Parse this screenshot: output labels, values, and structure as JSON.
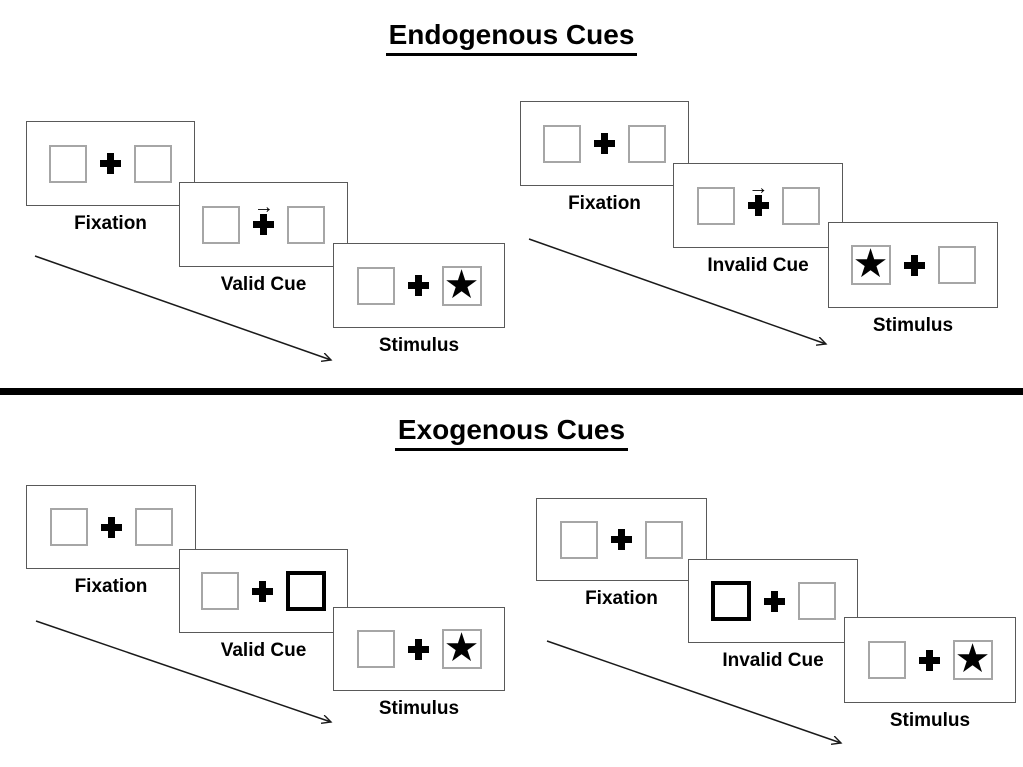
{
  "sections": [
    {
      "title": "Endogenous Cues",
      "sequences": [
        {
          "name": "valid",
          "panels": [
            {
              "label": "Fixation"
            },
            {
              "label": "Valid Cue"
            },
            {
              "label": "Stimulus"
            }
          ]
        },
        {
          "name": "invalid",
          "panels": [
            {
              "label": "Fixation"
            },
            {
              "label": "Invalid Cue"
            },
            {
              "label": "Stimulus"
            }
          ]
        }
      ]
    },
    {
      "title": "Exogenous Cues",
      "sequences": [
        {
          "name": "valid",
          "panels": [
            {
              "label": "Fixation"
            },
            {
              "label": "Valid Cue"
            },
            {
              "label": "Stimulus"
            }
          ]
        },
        {
          "name": "invalid",
          "panels": [
            {
              "label": "Fixation"
            },
            {
              "label": "Invalid Cue"
            },
            {
              "label": "Stimulus"
            }
          ]
        }
      ]
    }
  ],
  "glyphs": {
    "star": "★",
    "cue_arrow": "→"
  },
  "colors": {
    "panel_border": "#595959",
    "square_border": "#a6a6a6",
    "ink": "#000000",
    "background": "#ffffff"
  }
}
